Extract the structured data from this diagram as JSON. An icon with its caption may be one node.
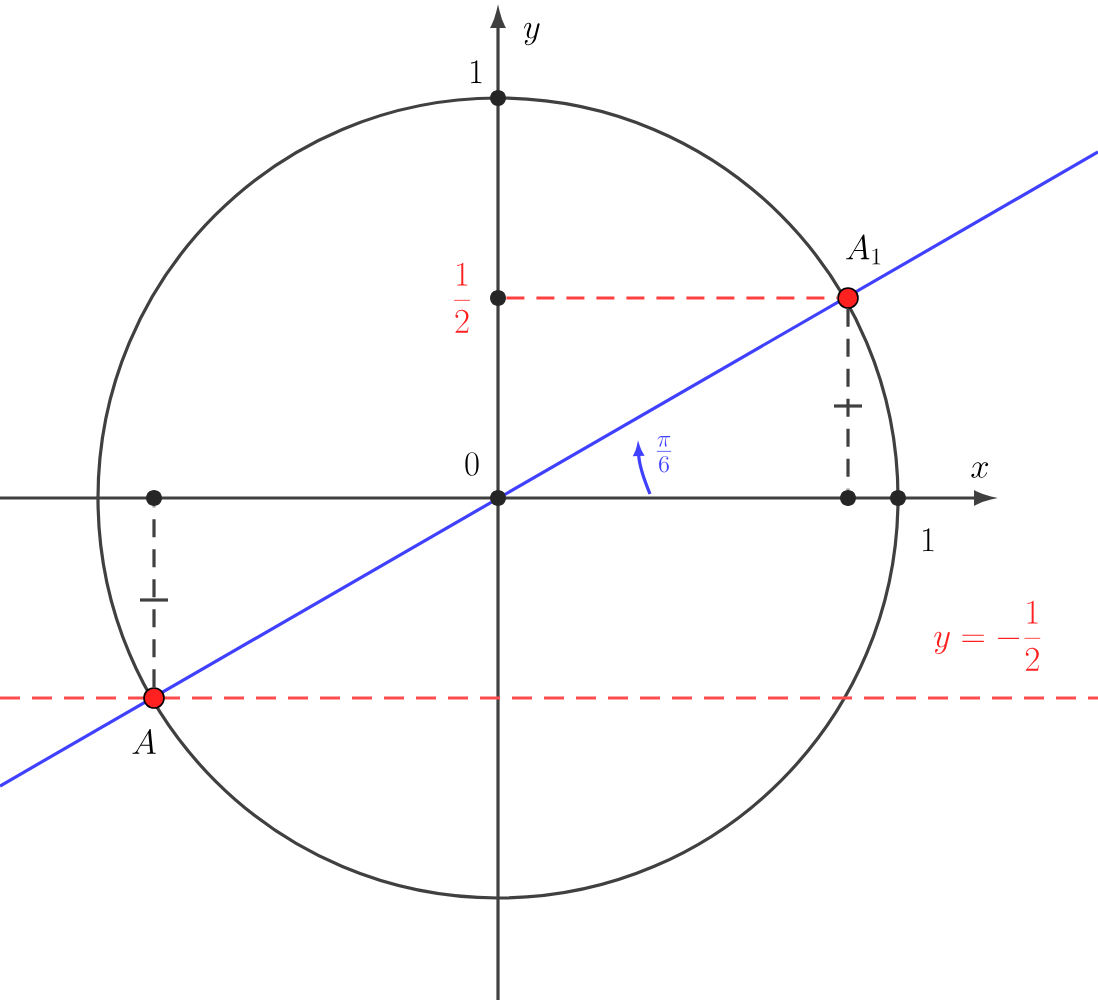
{
  "diagram": {
    "nodes": [
      {
        "text": [
          "0"
        ]
      },
      {
        "text": [
          "1"
        ]
      },
      {
        "text": [
          "\\frac{1}{2}"
        ]
      },
      {
        "text": [
          "1"
        ]
      },
      {
        "text": [
          "A_1"
        ]
      },
      {
        "text": [
          "A"
        ]
      },
      {
        "text": [],
        "shape": "circle"
      },
      {
        "text": [],
        "shape": "circle"
      }
    ],
    "edges": [
      {
        "from": 2,
        "to": 4,
        "arrow": "none",
        "style": "dashed",
        "color": "#ff4040"
      },
      {
        "from": 4,
        "to": 7,
        "arrow": "none",
        "style": "dashed"
      },
      {
        "from": 5,
        "to": 6,
        "arrow": "none",
        "style": "dashed"
      }
    ],
    "labels": [
      "y",
      "x",
      "\\frac{\\pi}{6}",
      "y=-\\frac{1}{2}"
    ]
  }
}
